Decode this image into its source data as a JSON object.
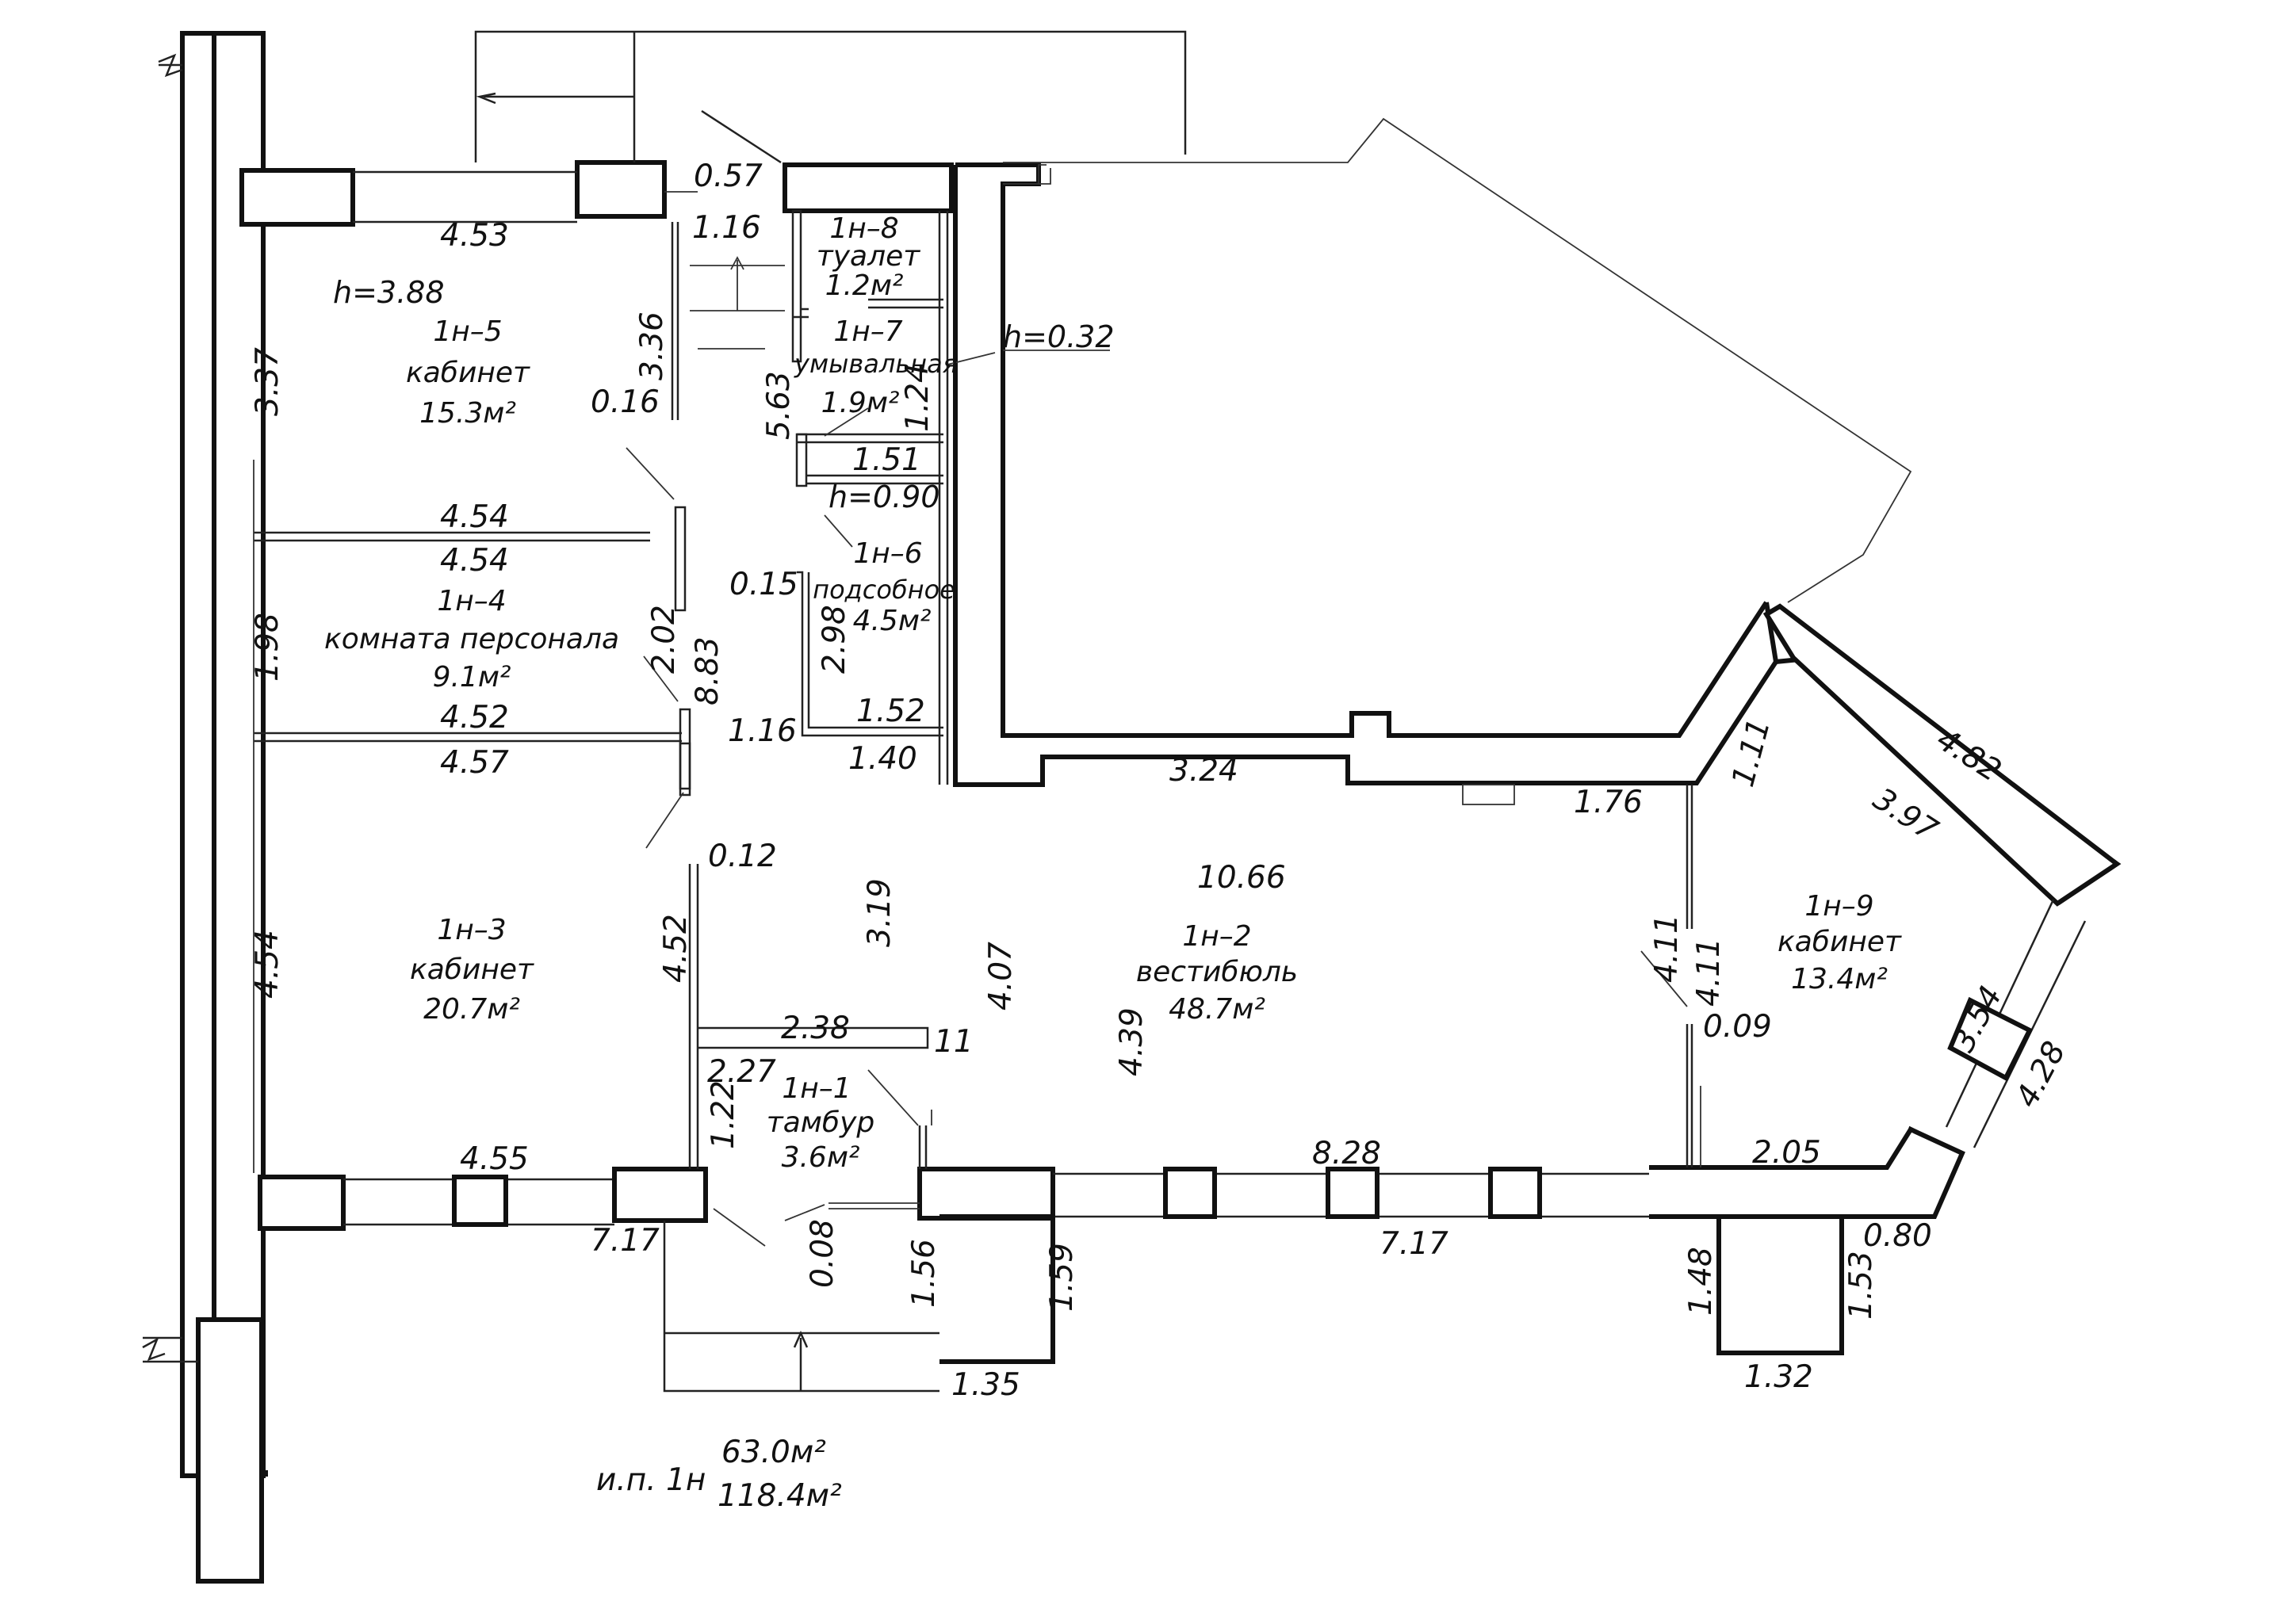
{
  "heights": {
    "h1": "h=3.88",
    "h2": "h=0.32",
    "h3": "h=0.90"
  },
  "rooms": [
    {
      "id": "r5",
      "code": "1н–5",
      "name": "кабинет",
      "area": "15.3м²"
    },
    {
      "id": "r4",
      "code": "1н–4",
      "name": "комната персонала",
      "area": "9.1м²"
    },
    {
      "id": "r3",
      "code": "1н–3",
      "name": "кабинет",
      "area": "20.7м²"
    },
    {
      "id": "r8",
      "code": "1н–8",
      "name": "туалет",
      "area": "1.2м²"
    },
    {
      "id": "r7",
      "code": "1н–7",
      "name": "умывальная",
      "area": "1.9м²"
    },
    {
      "id": "r6",
      "code": "1н–6",
      "name": "подсобное",
      "area": "4.5м²"
    },
    {
      "id": "r1",
      "code": "1н–1",
      "name": "тамбур",
      "area": "3.6м²"
    },
    {
      "id": "r2",
      "code": "1н–2",
      "name": "вестибюль",
      "area": "48.7м²"
    },
    {
      "id": "r9",
      "code": "1н–9",
      "name": "кабинет",
      "area": "13.4м²"
    }
  ],
  "dimensions": {
    "d_4_53": "4.53",
    "d_0_57": "0.57",
    "d_1_16a": "1.16",
    "d_3_37": "3.37",
    "d_3_36": "3.36",
    "d_0_16": "0.16",
    "d_5_63": "5.63",
    "d_1_24": "1.24",
    "d_1_51": "1.51",
    "d_4_54a": "4.54",
    "d_4_54b": "4.54",
    "d_0_15": "0.15",
    "d_1_98": "1.98",
    "d_2_02": "2.02",
    "d_8_83": "8.83",
    "d_2_98": "2.98",
    "d_4_52a": "4.52",
    "d_1_16b": "1.16",
    "d_1_52": "1.52",
    "d_4_57": "4.57",
    "d_1_40": "1.40",
    "d_3_24": "3.24",
    "d_1_11": "1.11",
    "d_4_82": "4.82",
    "d_1_76": "1.76",
    "d_3_97": "3.97",
    "d_0_12": "0.12",
    "d_10_66": "10.66",
    "d_3_19": "3.19",
    "d_4_54c": "4.54",
    "d_4_52b": "4.52",
    "d_4_07": "4.07",
    "d_4_11a": "4.11",
    "d_4_11b": "4.11",
    "d_4_39": "4.39",
    "d_2_38": "2.38",
    "d_11": "11",
    "d_0_09": "0.09",
    "d_3_54": "3.54",
    "d_4_28": "4.28",
    "d_2_27": "2.27",
    "d_1_22": "1.22",
    "d_2_05": "2.05",
    "d_4_55": "4.55",
    "d_8_28": "8.28",
    "d_7_17a": "7.17",
    "d_7_17b": "7.17",
    "d_0_80": "0.80",
    "d_0_08": "0.08",
    "d_1_56": "1.56",
    "d_1_59": "1.59",
    "d_1_48": "1.48",
    "d_1_53": "1.53",
    "d_1_35": "1.35",
    "d_1_32": "1.32"
  },
  "summary": {
    "label": "и.п. 1н",
    "area1": "63.0м²",
    "area2": "118.4м²"
  }
}
